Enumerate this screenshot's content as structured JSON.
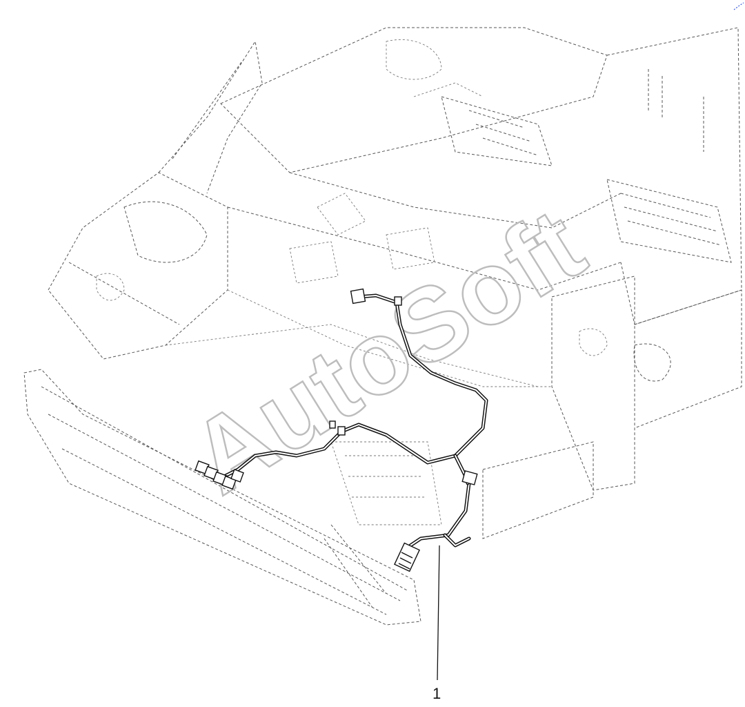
{
  "watermark": {
    "text": "AutoSoft"
  },
  "callouts": [
    {
      "label": "1",
      "part": "wiring-harness"
    }
  ],
  "colors": {
    "line": "#111111",
    "dashed": "#555555",
    "watermark": "#bdbdbd",
    "background": "#ffffff"
  }
}
